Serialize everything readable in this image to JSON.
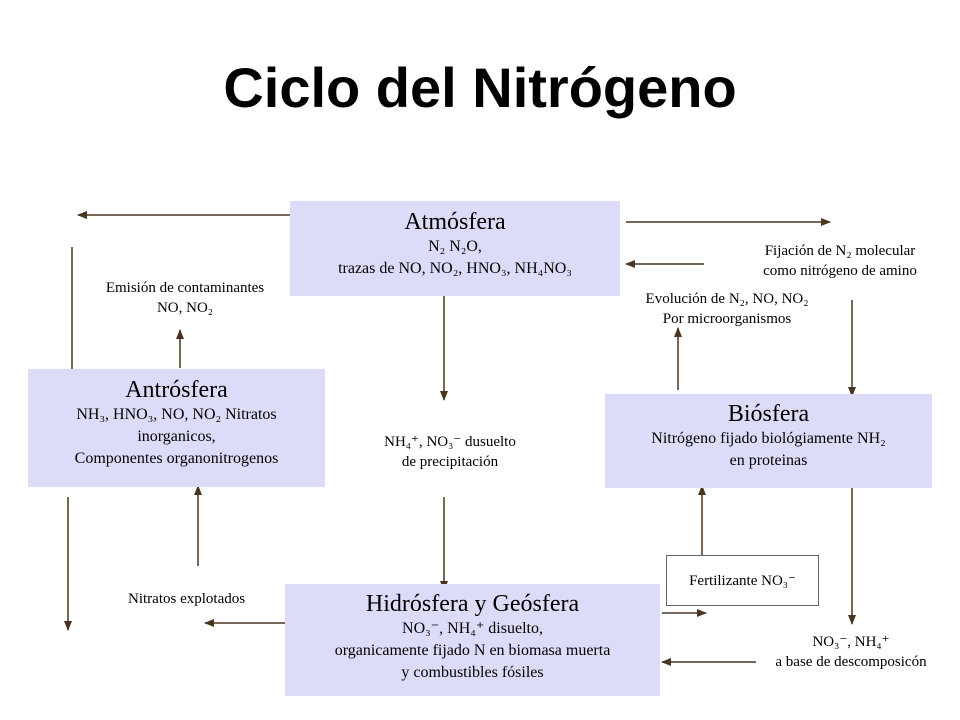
{
  "title": "Ciclo del Nitrógeno",
  "colors": {
    "box_fill": "#dcdcf8",
    "arrow": "#4a3520"
  },
  "boxes": {
    "atmosfera": {
      "name": "Atmósfera",
      "line1": "N₂ N₂O,",
      "line2": "trazas de NO, NO₂, HNO₃, NH₄NO₃"
    },
    "antrosfera": {
      "name": "Antrósfera",
      "line1": "NH₃, HNO₃, NO, NO₂ Nitratos",
      "line2": "inorganicos,",
      "line3": "Componentes organonitrogenos"
    },
    "biosfera": {
      "name": "Biósfera",
      "line1": "Nitrógeno fijado biológiamente NH₂",
      "line2": "en proteinas"
    },
    "hidrosfera": {
      "name": "Hidrósfera y Geósfera",
      "line1": "NO₃⁻, NH₄⁺ disuelto,",
      "line2": "organicamente fijado N en biomasa muerta",
      "line3": "y combustibles fósiles"
    }
  },
  "fertilizante": "Fertilizante NO₃⁻",
  "labels": {
    "emision1": "Emisión de contaminantes",
    "emision2": "NO, NO₂",
    "fijacion1": "Fijación de N₂ molecular",
    "fijacion2": "como nitrógeno de amino",
    "evolucion1": "Evolución de N₂, NO, NO₂",
    "evolucion2": "Por microorganismos",
    "precip1": "NH₄⁺, NO₃⁻ dusuelto",
    "precip2": "de precipitación",
    "nitratos": "Nitratos explotados",
    "descomp1": "NO₃⁻, NH₄⁺",
    "descomp2": "a base de descomposicón"
  }
}
